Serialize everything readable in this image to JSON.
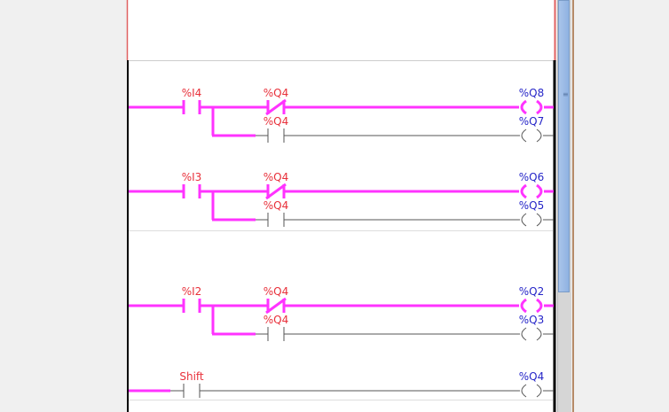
{
  "editor": {
    "type": "ladder-diagram"
  },
  "colors": {
    "energized": "#ff33ff",
    "deenergized": "#555555",
    "input_label": "#e8303a",
    "output_label": "#2626c8",
    "rail": "#000000",
    "header_border": "#e06060"
  },
  "rungs": [
    {
      "input": "%I4",
      "nc_contact": "%Q4",
      "branch_contact": "%Q4",
      "coil_main": "%Q8",
      "coil_branch": "%Q7"
    },
    {
      "input": "%I3",
      "nc_contact": "%Q4",
      "branch_contact": "%Q4",
      "coil_main": "%Q6",
      "coil_branch": "%Q5"
    },
    {
      "input": "%I2",
      "nc_contact": "%Q4",
      "branch_contact": "%Q4",
      "coil_main": "%Q2",
      "coil_branch": "%Q3"
    },
    {
      "input": "Shift",
      "coil_main": "%Q4"
    }
  ],
  "scrollbar": {
    "grip": "≡"
  }
}
